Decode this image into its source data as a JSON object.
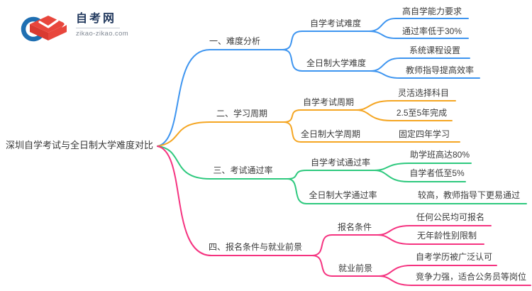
{
  "logo": {
    "title": "自考网",
    "subtitle": "zikao-zikao.com",
    "icon_blue": "#1F6FB2",
    "icon_red": "#E8463C",
    "icon_red_dark": "#D93A31"
  },
  "root": {
    "label": "深圳自学考试与全日制大学难度对比"
  },
  "branches": [
    {
      "label": "一、难度分析",
      "color": "#3E95F0",
      "children": [
        {
          "label": "自学考试难度",
          "children": [
            {
              "label": "高自学能力要求"
            },
            {
              "label": "通过率低于30%"
            }
          ]
        },
        {
          "label": "全日制大学难度",
          "children": [
            {
              "label": "系统课程设置"
            },
            {
              "label": "教师指导提高效率"
            }
          ]
        }
      ]
    },
    {
      "label": "二、学习周期",
      "color": "#F5A623",
      "children": [
        {
          "label": "自学考试周期",
          "children": [
            {
              "label": "灵活选择科目"
            },
            {
              "label": "2.5至5年完成"
            }
          ]
        },
        {
          "label": "全日制大学周期",
          "children": [
            {
              "label": "固定四年学习"
            }
          ]
        }
      ]
    },
    {
      "label": "三、考试通过率",
      "color": "#2EC97E",
      "children": [
        {
          "label": "自学考试通过率",
          "children": [
            {
              "label": "助学班高达80%"
            },
            {
              "label": "自学者低至5%"
            }
          ]
        },
        {
          "label": "全日制大学通过率",
          "children": [
            {
              "label": "较高，教师指导下更易通过"
            }
          ]
        }
      ]
    },
    {
      "label": "四、报名条件与就业前景",
      "color": "#F53380",
      "children": [
        {
          "label": "报名条件",
          "children": [
            {
              "label": "任何公民均可报名"
            },
            {
              "label": "无年龄性别限制"
            }
          ]
        },
        {
          "label": "就业前景",
          "children": [
            {
              "label": "自考学历被广泛认可"
            },
            {
              "label": "竞争力强，适合公务员等岗位"
            }
          ]
        }
      ]
    }
  ]
}
